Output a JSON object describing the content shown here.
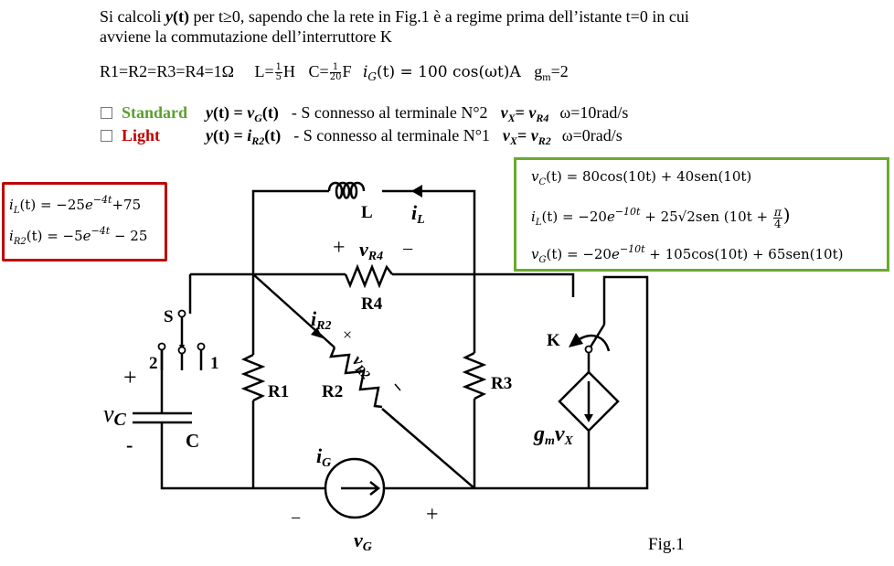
{
  "problem": {
    "line1": {
      "pre": "Si calcoli ",
      "y": "y",
      "t": "(t)",
      "post": " per t≥0, sapendo che la rete in Fig.1 è a regime prima dell’istante t=0 in cui"
    },
    "line2": "avviene la commutazione dell’interruttore K"
  },
  "params": {
    "resistors": "R1=R2=R3=R4=1Ω",
    "L_label": "L=",
    "L_num": "1",
    "L_den": "5",
    "L_unit": "H",
    "C_label": "C=",
    "C_num": "1",
    "C_den": "20",
    "C_unit": "F",
    "iG_lhs": "i",
    "iG_sub": "G",
    "iG_rhs": "(t) = 100 cos(ωt)A",
    "gm": "g",
    "gm_sub": "m",
    "gm_val": "=2"
  },
  "options": [
    {
      "label": "Standard",
      "color": "#5aa02c",
      "y_def": "y(t) = ",
      "y_var": "v",
      "y_sub": "G",
      "y_end": "(t)",
      "switch_text": "-   S connesso al terminale N°2",
      "vx_lhs": "v",
      "vx_lhs_sub": "X",
      "vx_eq": "= ",
      "vx_rhs": "v",
      "vx_rhs_sub": "R4",
      "omega": "ω=10rad/s"
    },
    {
      "label": "Light",
      "color": "#c00000",
      "y_def": "y(t) = ",
      "y_var": "i",
      "y_sub": "R2",
      "y_end": "(t)",
      "switch_text": "-   S connesso al terminale N°1",
      "vx_lhs": "v",
      "vx_lhs_sub": "X",
      "vx_eq": "= ",
      "vx_rhs": "v",
      "vx_rhs_sub": "R2",
      "omega": "ω=0rad/s"
    }
  ],
  "light_solution": {
    "border_color": "#c00000",
    "eq1": {
      "lhs": "i",
      "sub": "L",
      "mid": "(t) = −25",
      "e": "e",
      "exp": "−4t",
      "tail": "+75"
    },
    "eq2": {
      "lhs": "i",
      "sub": "R2",
      "mid": "(t) = −5",
      "e": "e",
      "exp": "−4t",
      "tail": " − 25"
    }
  },
  "standard_solution": {
    "border_color": "#6aaa2e",
    "eq1": {
      "lhs": "v",
      "sub": "C",
      "rhs": "(t) = 80cos(10t) + 40sen(10t)"
    },
    "eq2": {
      "lhs": "i",
      "sub": "L",
      "mid": "(t) = −20",
      "e": "e",
      "exp": "−10t",
      "tail": " + 25√2sen (10t + ",
      "pi": "π",
      "four": "4",
      "close": ")"
    },
    "eq3": {
      "lhs": "v",
      "sub": "G",
      "mid": "(t) = −20",
      "e": "e",
      "exp": "−10t",
      "tail": " + 105cos(10t) + 65sen(10t)"
    }
  },
  "circuit": {
    "L": "L",
    "iL": "i",
    "iL_sub": "L",
    "vR4_plus": "+",
    "vR4": "v",
    "vR4_sub": "R4",
    "vR4_minus": "−",
    "R4": "R4",
    "iR2": "i",
    "iR2_sub": "R2",
    "vR2": "v",
    "vR2_sub": "R2",
    "R1": "R1",
    "R2": "R2",
    "R3": "R3",
    "S": "S",
    "term1": "1",
    "term2": "2",
    "vC_plus": "+",
    "vC": "v",
    "vC_sub": "C",
    "vC_minus": "-",
    "C": "C",
    "K": "K",
    "gm": "g",
    "gm_sub": "m",
    "vX": "v",
    "vX_sub": "X",
    "iG": "i",
    "iG_sub": "G",
    "vG_minus": "−",
    "vG_plus": "+",
    "vG": "v",
    "vG_sub": "G",
    "x_mark": "×",
    "fig_label": "Fig.1"
  }
}
